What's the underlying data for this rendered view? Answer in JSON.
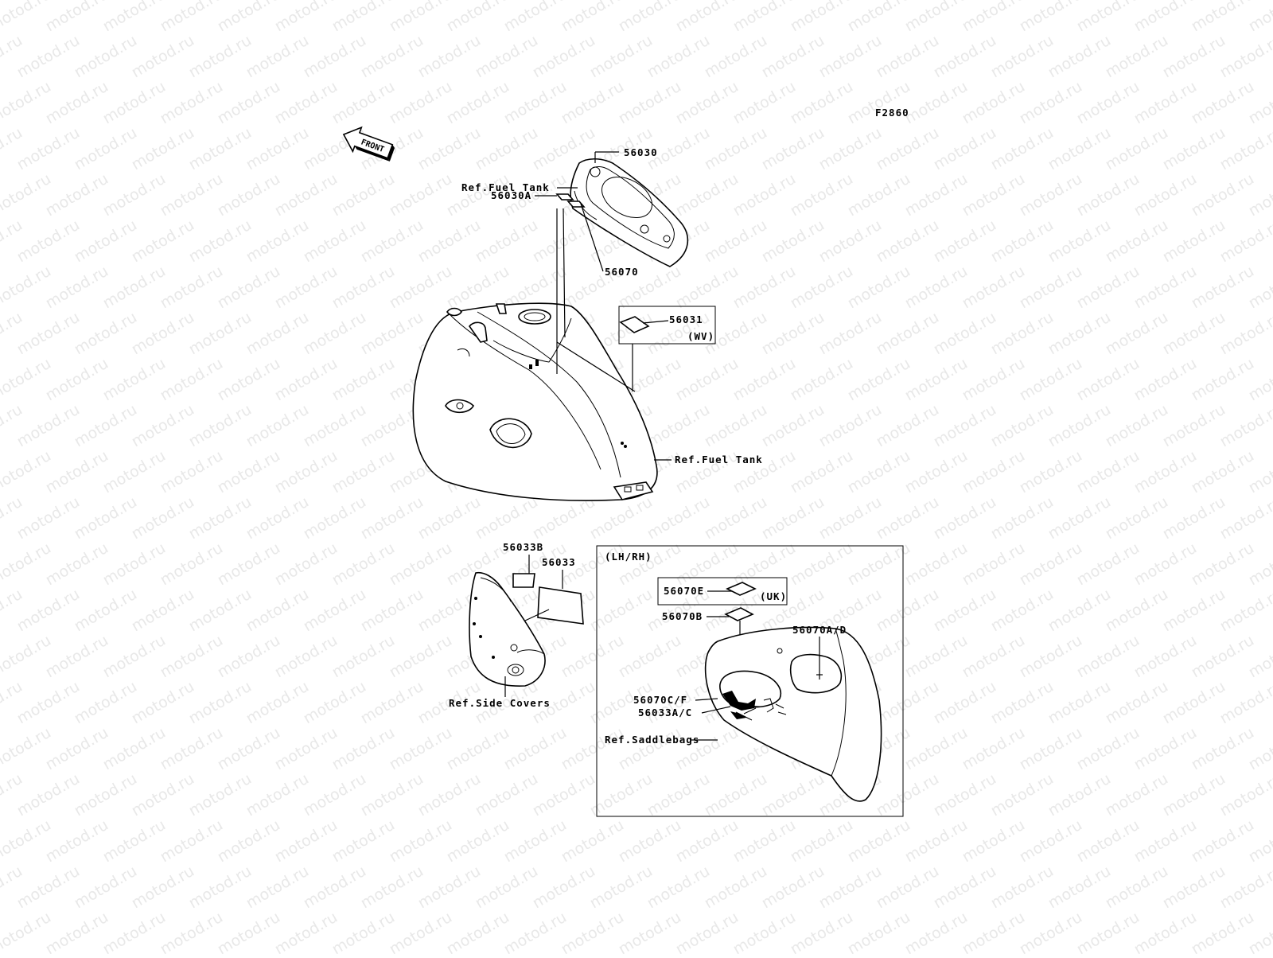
{
  "watermark": "motod.ru",
  "figure_code": "F2860",
  "front_arrow_label": "FRONT",
  "labels": {
    "p56030": "56030",
    "ref_fuel_tank_top": "Ref.Fuel Tank",
    "p56030A": "56030A",
    "p56070": "56070",
    "p56031": "56031",
    "wv": "(WV)",
    "ref_fuel_tank_bottom": "Ref.Fuel Tank",
    "p56033B": "56033B",
    "p56033": "56033",
    "ref_side_covers": "Ref.Side Covers",
    "lh_rh": "(LH/RH)",
    "p56070E": "56070E",
    "uk": "(UK)",
    "p56070B": "56070B",
    "p56070AD": "56070A/D",
    "p56070CF": "56070C/F",
    "p56033AC": "56033A/C",
    "ref_saddlebags": "Ref.Saddlebags"
  },
  "colors": {
    "line": "#000000",
    "watermark": "#e8e8e8",
    "background": "#ffffff"
  }
}
